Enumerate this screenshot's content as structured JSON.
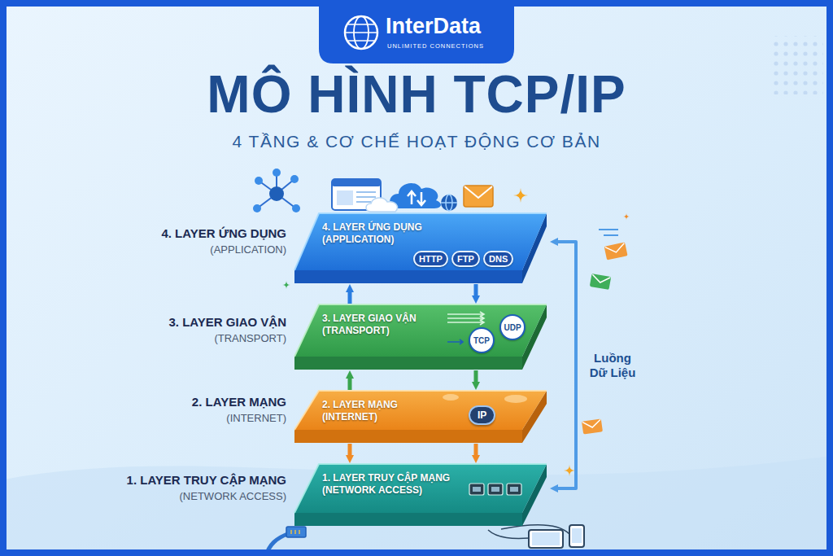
{
  "diagram": {
    "title": "MÔ HÌNH TCP/IP",
    "nodes": [
      {
        "text": [
          "4. LAYER ỨNG DỤNG (APPLICATION)"
        ]
      },
      {
        "text": [
          "HTTP"
        ],
        "in": 0
      },
      {
        "text": [
          "FTP"
        ],
        "in": 0
      },
      {
        "text": [
          "DNS"
        ],
        "in": 0
      },
      {
        "text": [
          "3. LAYER GIAO VẬN (TRANSPORT)"
        ]
      },
      {
        "text": [
          "TCP"
        ],
        "in": 4
      },
      {
        "text": [
          "UDP"
        ],
        "in": 4
      },
      {
        "text": [
          "2. LAYER MẠNG (INTERNET)"
        ]
      },
      {
        "text": [
          "IP"
        ],
        "in": 7
      },
      {
        "text": [
          "1. LAYER TRUY CẬP MẠNG (NETWORK ACCESS)"
        ]
      }
    ],
    "edges": [
      {
        "from": 4,
        "to": 0,
        "arrow": "to"
      },
      {
        "from": 0,
        "to": 4,
        "arrow": "to"
      },
      {
        "from": 7,
        "to": 4,
        "arrow": "to"
      },
      {
        "from": 4,
        "to": 7,
        "arrow": "to"
      },
      {
        "from": 7,
        "to": 9,
        "arrow": "to"
      },
      {
        "from": 7,
        "to": 9,
        "arrow": "to"
      },
      {
        "from": 0,
        "to": 9,
        "label": "Luồng Dữ Liệu",
        "arrow": "both"
      }
    ],
    "labels": [
      "InterData",
      "UNLIMITED CONNECTIONS",
      "4 TẦNG & CƠ CHẾ HOẠT ĐỘNG CƠ BẢN",
      "4. LAYER ỨNG DỤNG",
      "(APPLICATION)",
      "3. LAYER GIAO VẬN",
      "(TRANSPORT)",
      "2. LAYER MẠNG",
      "(INTERNET)",
      "1. LAYER TRUY CẬP MẠNG",
      "(NETWORK ACCESS)"
    ]
  }
}
